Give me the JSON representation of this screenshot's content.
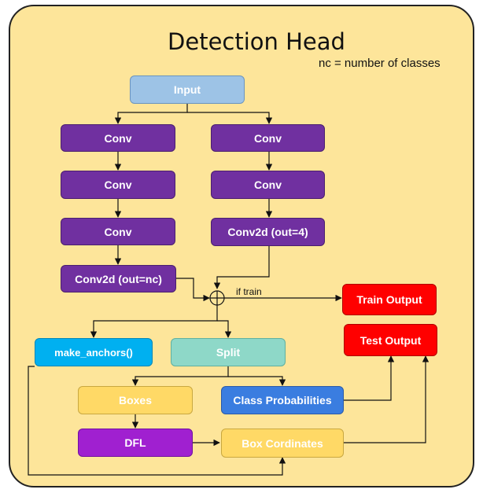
{
  "title": "Detection Head",
  "subtitle": "nc = number of classes",
  "edge_label": "if train",
  "nodes": {
    "input": "Input",
    "conv_l1": "Conv",
    "conv_l2": "Conv",
    "conv_l3": "Conv",
    "conv2d_nc": "Conv2d (out=nc)",
    "conv_r1": "Conv",
    "conv_r2": "Conv",
    "conv2d_4": "Conv2d (out=4)",
    "train_output": "Train Output",
    "test_output": "Test Output",
    "make_anchors": "make_anchors()",
    "split": "Split",
    "boxes": "Boxes",
    "class_probabilities": "Class Probabilities",
    "dfl": "DFL",
    "box_cordinates": "Box Cordinates"
  },
  "colors": {
    "background": "#fde59a",
    "input": "#9dc3e6",
    "conv": "#7030a0",
    "output": "#ff0000",
    "anchors": "#00b0f0",
    "split": "#8ed8c8",
    "boxes": "#ffd966",
    "class_prob": "#3a7de0",
    "dfl": "#a020d0"
  }
}
